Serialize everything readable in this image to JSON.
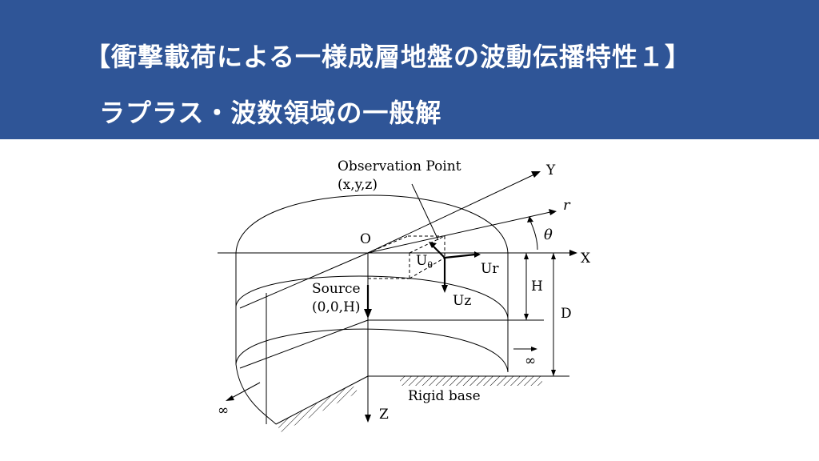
{
  "header": {
    "title_line1": "【衝撃載荷による一様成層地盤の波動伝播特性１】",
    "title_line2": "ラプラス・波数領域の一般解",
    "background_color": "#2f5597",
    "text_color": "#ffffff"
  },
  "diagram": {
    "observation_point": "Observation Point",
    "observation_coords": "(x,y,z)",
    "axis_y": "Y",
    "axis_r": "r",
    "axis_theta": "θ",
    "origin": "O",
    "axis_x": "X",
    "u_theta_main": "U",
    "u_theta_sub": "θ",
    "u_r": "Ur",
    "u_z": "Uz",
    "source": "Source",
    "source_coords": "(0,0,H)",
    "dim_h": "H",
    "dim_d": "D",
    "infinity_right": "∞",
    "infinity_left": "∞",
    "axis_z": "Z",
    "rigid_base": "Rigid base"
  }
}
